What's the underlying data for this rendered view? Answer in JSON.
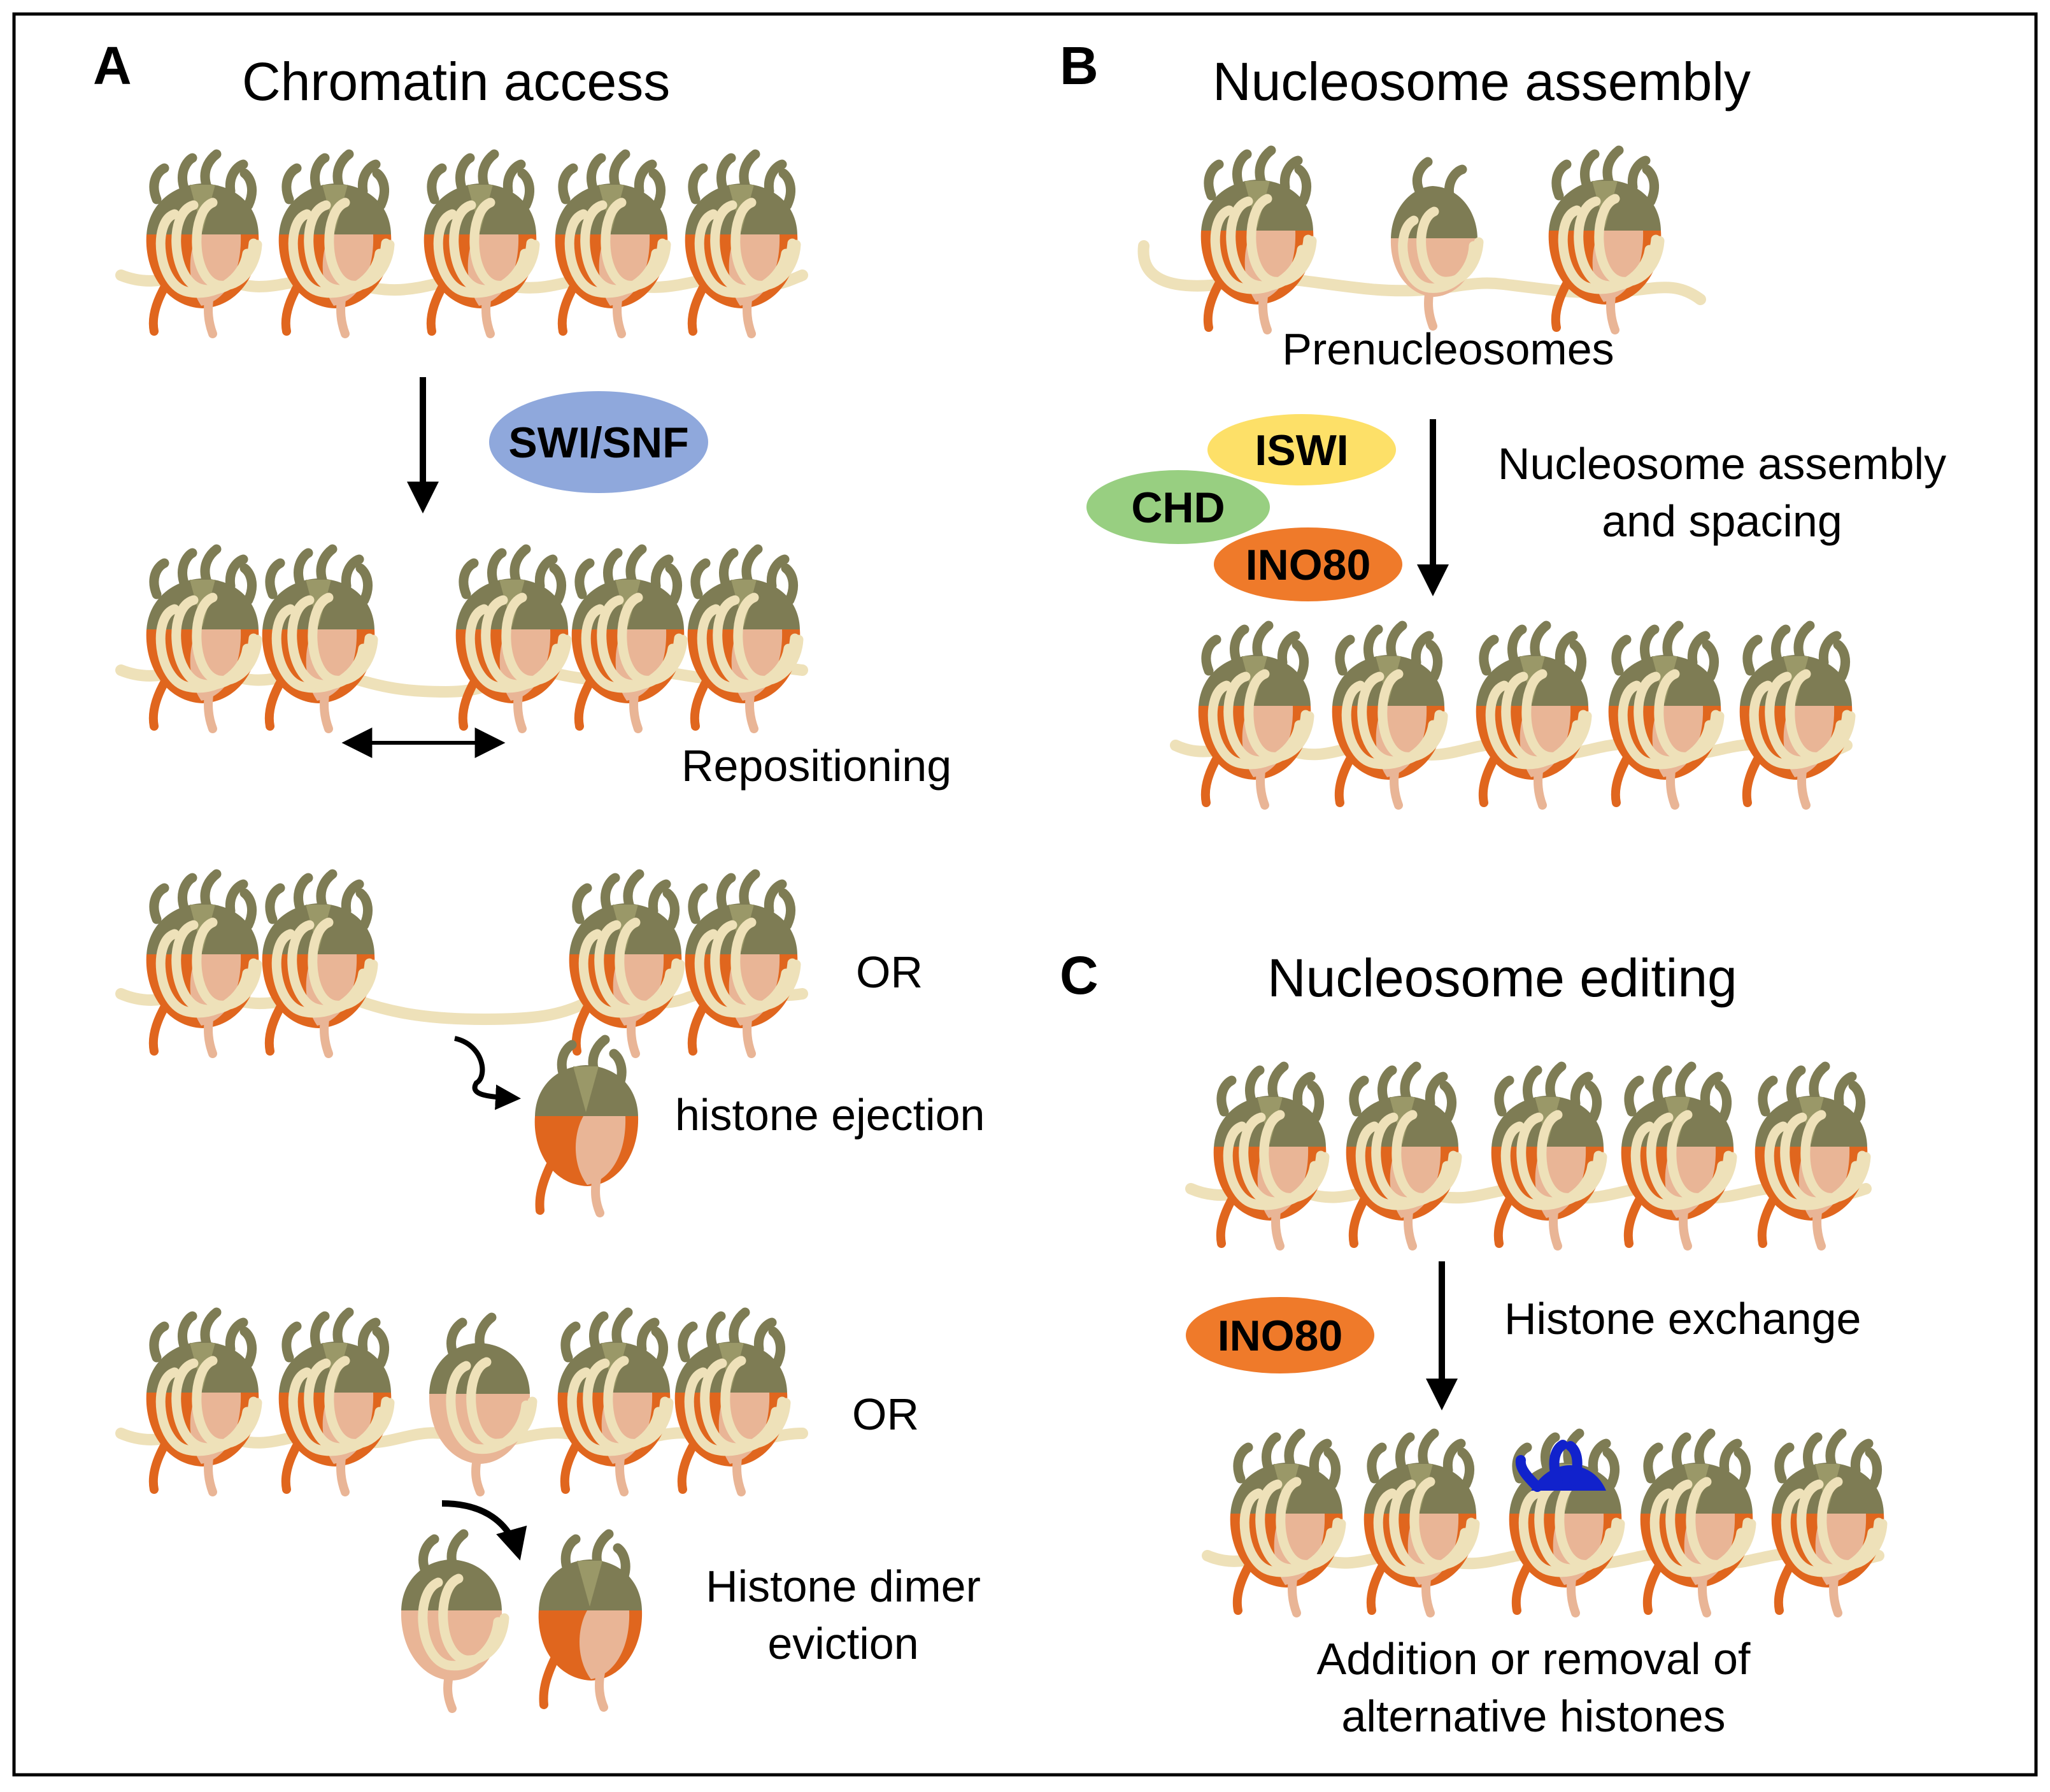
{
  "colors": {
    "swisnf": "#8fa8dc",
    "iswi": "#fde068",
    "chd": "#98cf81",
    "ino80": "#ef7a2a",
    "histone_dark": "#7e7c54",
    "histone_orange": "#e0661e",
    "histone_peach": "#e9b596",
    "dna": "#eee1b9",
    "variant": "#1122cc"
  },
  "panel_a": {
    "letter": "A",
    "title": "Chromatin access",
    "enzyme": "SWI/SNF",
    "repositioning": "Repositioning",
    "or1": "OR",
    "histone_ejection": "histone ejection",
    "or2": "OR",
    "dimer_eviction_line1": "Histone dimer",
    "dimer_eviction_line2": "eviction"
  },
  "panel_b": {
    "letter": "B",
    "title": "Nucleosome assembly",
    "prenucleosomes": "Prenucleosomes",
    "enzymes": {
      "iswi": "ISWI",
      "chd": "CHD",
      "ino80": "INO80"
    },
    "process_line1": "Nucleosome assembly",
    "process_line2": "and spacing"
  },
  "panel_c": {
    "letter": "C",
    "title": "Nucleosome editing",
    "enzyme": "INO80",
    "process": "Histone exchange",
    "result_line1": "Addition or removal of",
    "result_line2": "alternative histones"
  }
}
